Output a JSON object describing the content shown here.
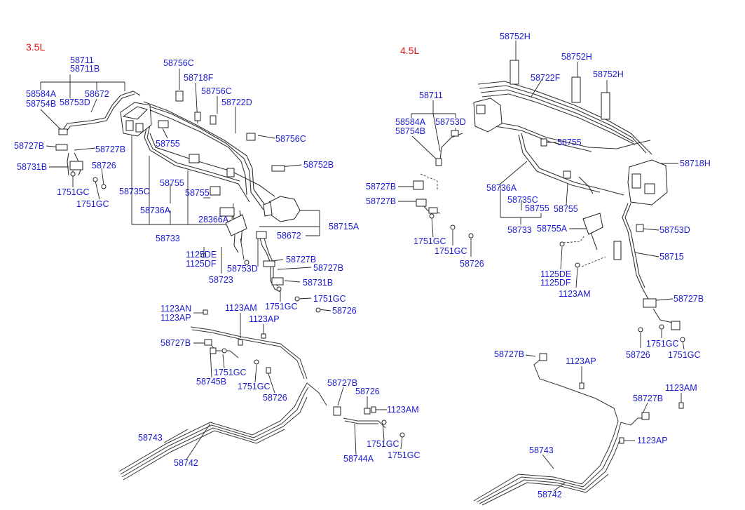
{
  "engines": {
    "left": "3.5L",
    "right": "4.5L"
  },
  "left_labels": {
    "p58711": "58711",
    "p58711b": "58711B",
    "p58584a": "58584A",
    "p58754b": "58754B",
    "p58672a": "58672",
    "p58753d_a": "58753D",
    "p58727b_1": "58727B",
    "p58727b_2": "58727B",
    "p58731b_1": "58731B",
    "p58726_1": "58726",
    "p1751gc_1": "1751GC",
    "p1751gc_2": "1751GC",
    "p58756c_1": "58756C",
    "p58718f": "58718F",
    "p58756c_2": "58756C",
    "p58722d": "58722D",
    "p58755_1": "58755",
    "p58756c_3": "58756C",
    "p58752b": "58752B",
    "p58735c": "58735C",
    "p58755_2": "58755",
    "p58755_3": "58755",
    "p58736a": "58736A",
    "p28366a": "28366A",
    "p58733": "58733",
    "p58672b": "58672",
    "p58715a": "58715A",
    "p1125de": "1125DE",
    "p1125df": "1125DF",
    "p58727b_3": "58727B",
    "p58727b_4": "58727B",
    "p58753d_b": "58753D",
    "p58723": "58723",
    "p58731b_2": "58731B",
    "p1751gc_3": "1751GC",
    "p1751gc_4": "1751GC",
    "p58726_2": "58726"
  },
  "lower_left_labels": {
    "p1123an": "1123AN",
    "p1123ap_1": "1123AP",
    "p1123am_1": "1123AM",
    "p1123ap_2": "1123AP",
    "p58727b_5": "58727B",
    "p1751gc_5": "1751GC",
    "p58745b": "58745B",
    "p1751gc_6": "1751GC",
    "p58726_3": "58726",
    "p58727b_6": "58727B",
    "p58726_4": "58726",
    "p1123am_2": "1123AM",
    "p58743": "58743",
    "p58742": "58742",
    "p1751gc_7": "1751GC",
    "p58744a": "58744A",
    "p1751gc_8": "1751GC"
  },
  "right_labels": {
    "p58752h_1": "58752H",
    "p58752h_2": "58752H",
    "p58752h_3": "58752H",
    "p58722f": "58722F",
    "p58711": "58711",
    "p58584a": "58584A",
    "p58754b": "58754B",
    "p58753d_1": "58753D",
    "p58755_1": "58755",
    "p58718h": "58718H",
    "p58736a": "58736A",
    "p58727b_1": "58727B",
    "p58727b_2": "58727B",
    "p58735c": "58735C",
    "p58755_2": "58755",
    "p58755_3": "58755",
    "p58733": "58733",
    "p58755a": "58755A",
    "p58753d_2": "58753D",
    "p1751gc_1": "1751GC",
    "p1751gc_2": "1751GC",
    "p58726_1": "58726",
    "p58715": "58715",
    "p1125de": "1125DE",
    "p1125df": "1125DF",
    "p1123am_1": "1123AM",
    "p58727b_3": "58727B",
    "p58726_2": "58726",
    "p1751gc_3": "1751GC",
    "p1751gc_4": "1751GC"
  },
  "lower_right_labels": {
    "p58727b_4": "58727B",
    "p1123ap_1": "1123AP",
    "p1123am_2": "1123AM",
    "p58727b_5": "58727B",
    "p1123ap_2": "1123AP",
    "p58743": "58743",
    "p58742": "58742"
  }
}
